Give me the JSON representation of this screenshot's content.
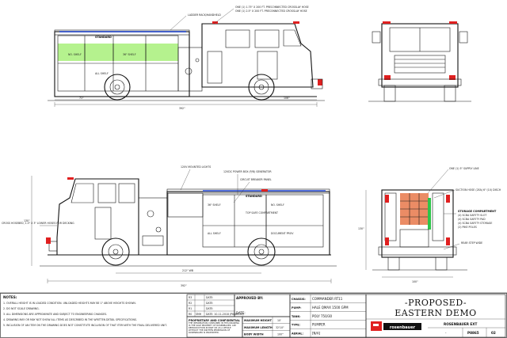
{
  "callouts": {
    "ladder_rack": "LADDER RACK/HANDHELD",
    "crosslay_top1": "ONE (1) 1.75\" X 200 FT. PRECONNECTED CROSSLAY HOSE",
    "crosslay_top2": "ONE (1) 2.5\" X 200 FT. PRECONNECTED CROSSLAY HOSE",
    "ldh_right": "ONE (1) 5\" SUPPLY LINE",
    "suction_right": "SUCTION HOSE (2EA) 6\" (10) DISCH",
    "mounted_lights": "120V MOUNTED LIGHTS",
    "power_box": "12VDC POWER BOX (P/B) GENERATOR",
    "circuit_breaker": "CIRCUIT BREAKER PANEL",
    "cross_hosebed": "CROSS HOSEBED, 1.5\" X 3\" LOWER HOSES FOR DECKING",
    "storage_title": "STORAGE COMPARTMENT",
    "storage_items": [
      "(4) SCBA SAFETY SLOT",
      "(4) SCBA SAFETY PAD",
      "(4) SCBA SAFETY STORAGE",
      "(2) PIKE POLES"
    ],
    "rear_step": "REAR STEP WIDE"
  },
  "compartments": {
    "l1": "STANDARD",
    "l2": "NO. SHELF",
    "l3": "36\" SHELF",
    "l4": "ALL SHELF",
    "r1": "STANDARD",
    "r2": "36\" SHELF",
    "r3": "NO. SHELF",
    "r4": "ALL SHELF",
    "r5": "DOCUMENT PROV",
    "r6": "TOP SAFE COMPARTMENT"
  },
  "notes": {
    "header": "NOTES:",
    "items": [
      "1.  OVERALL HEIGHT IS IN LOADED CONDITION. UNLOADED HEIGHTS MAY BE 1\" ABOVE HEIGHTS SHOWN.",
      "2.  DO NOT SCALE DRAWING.",
      "3.  ALL DIMENSIONS ARE APPROXIMATE AND SUBJECT TO ENGINEERING CHANGES.",
      "4.  DRAWING MAY OR MAY NOT SHOW ALL ITEMS AS DESCRIBED IN THE WRITTEN DETAIL SPECIFICATIONS.",
      "5.  INCLUSION OF AN ITEM ON THE DRAWING DOES NOT CONSTITUTE INCLUSION OF THAT ITEM WITH THE FINAL DELIVERED UNIT."
    ]
  },
  "revisions": {
    "rows": [
      {
        "rev": "R3",
        "by": "",
        "date": "DATE:"
      },
      {
        "rev": "R2",
        "by": "",
        "date": "DATE:"
      },
      {
        "rev": "R1",
        "by": "",
        "date": "DATE:"
      },
      {
        "rev": "R0",
        "by": "SMH",
        "date": "DATE: 10-11-2018 (P8865-02)"
      }
    ]
  },
  "approval": {
    "approved_by": "APPROVED BY:",
    "date": "DATE:"
  },
  "proprietary": {
    "heading": "PROPRIETARY AND CONFIDENTIAL",
    "text": "THE INFORMATION CONTAINED IN THIS DRAWING IS THE SOLE PROPERTY OF ROSENBAUER. ANY REPRODUCTION IN PART OR AS A WHOLE WITHOUT THE WRITTEN PERMISSION OF ROSENBAUER IS PROHIBITED."
  },
  "specs_left": [
    {
      "label": "MAXIMUM HEIGHT",
      "value": "10'"
    },
    {
      "label": "MAXIMUM LENGTH",
      "value": "32'10\""
    },
    {
      "label": "BODY WIDTH",
      "value": "100\""
    }
  ],
  "specs_right": [
    {
      "label": "CHASSIS:",
      "value": "COMMANDER RT11"
    },
    {
      "label": "PUMP:",
      "value": "HALE QMAX 1500 GPM"
    },
    {
      "label": "TANK:",
      "value": "POLY 750/30"
    },
    {
      "label": "TYPE:",
      "value": "PUMPER"
    },
    {
      "label": "AERIAL:",
      "value": "[N/A]"
    }
  ],
  "title_block": {
    "line1": "-PROPOSED-",
    "line2": "EASTERN DEMO",
    "brand": "rosenbauer",
    "company": "ROSENBAUER EXT",
    "drawing_no": "P8865",
    "sheet": "02",
    "scale": "-"
  },
  "dims": {
    "top_front": "71\"",
    "top_rear": "106\"",
    "top_overall": "392\"",
    "bottom_overall": "392\"",
    "bottom_wb": "212\" WB",
    "height_left": "130\"",
    "height_rear": "130\"",
    "width_rear": "100\""
  },
  "colors": {
    "hose_blue": "#3b5bd8",
    "hose_green": "#a8f07a",
    "hosebed_orange": "#e8784a",
    "warning_red": "#e02020",
    "ladder_green": "#2ec44a"
  }
}
